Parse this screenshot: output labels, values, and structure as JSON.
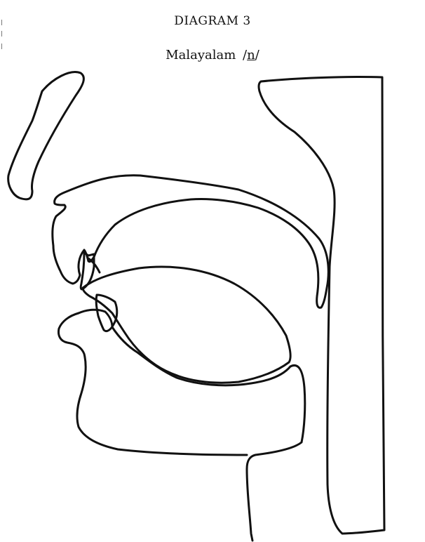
{
  "diagram": {
    "title": "DIAGRAM 3",
    "language": "Malayalam",
    "phoneme": {
      "open": "/",
      "symbol": "n",
      "close": "/"
    }
  },
  "colors": {
    "line": "#111111",
    "background": "#ffffff"
  }
}
